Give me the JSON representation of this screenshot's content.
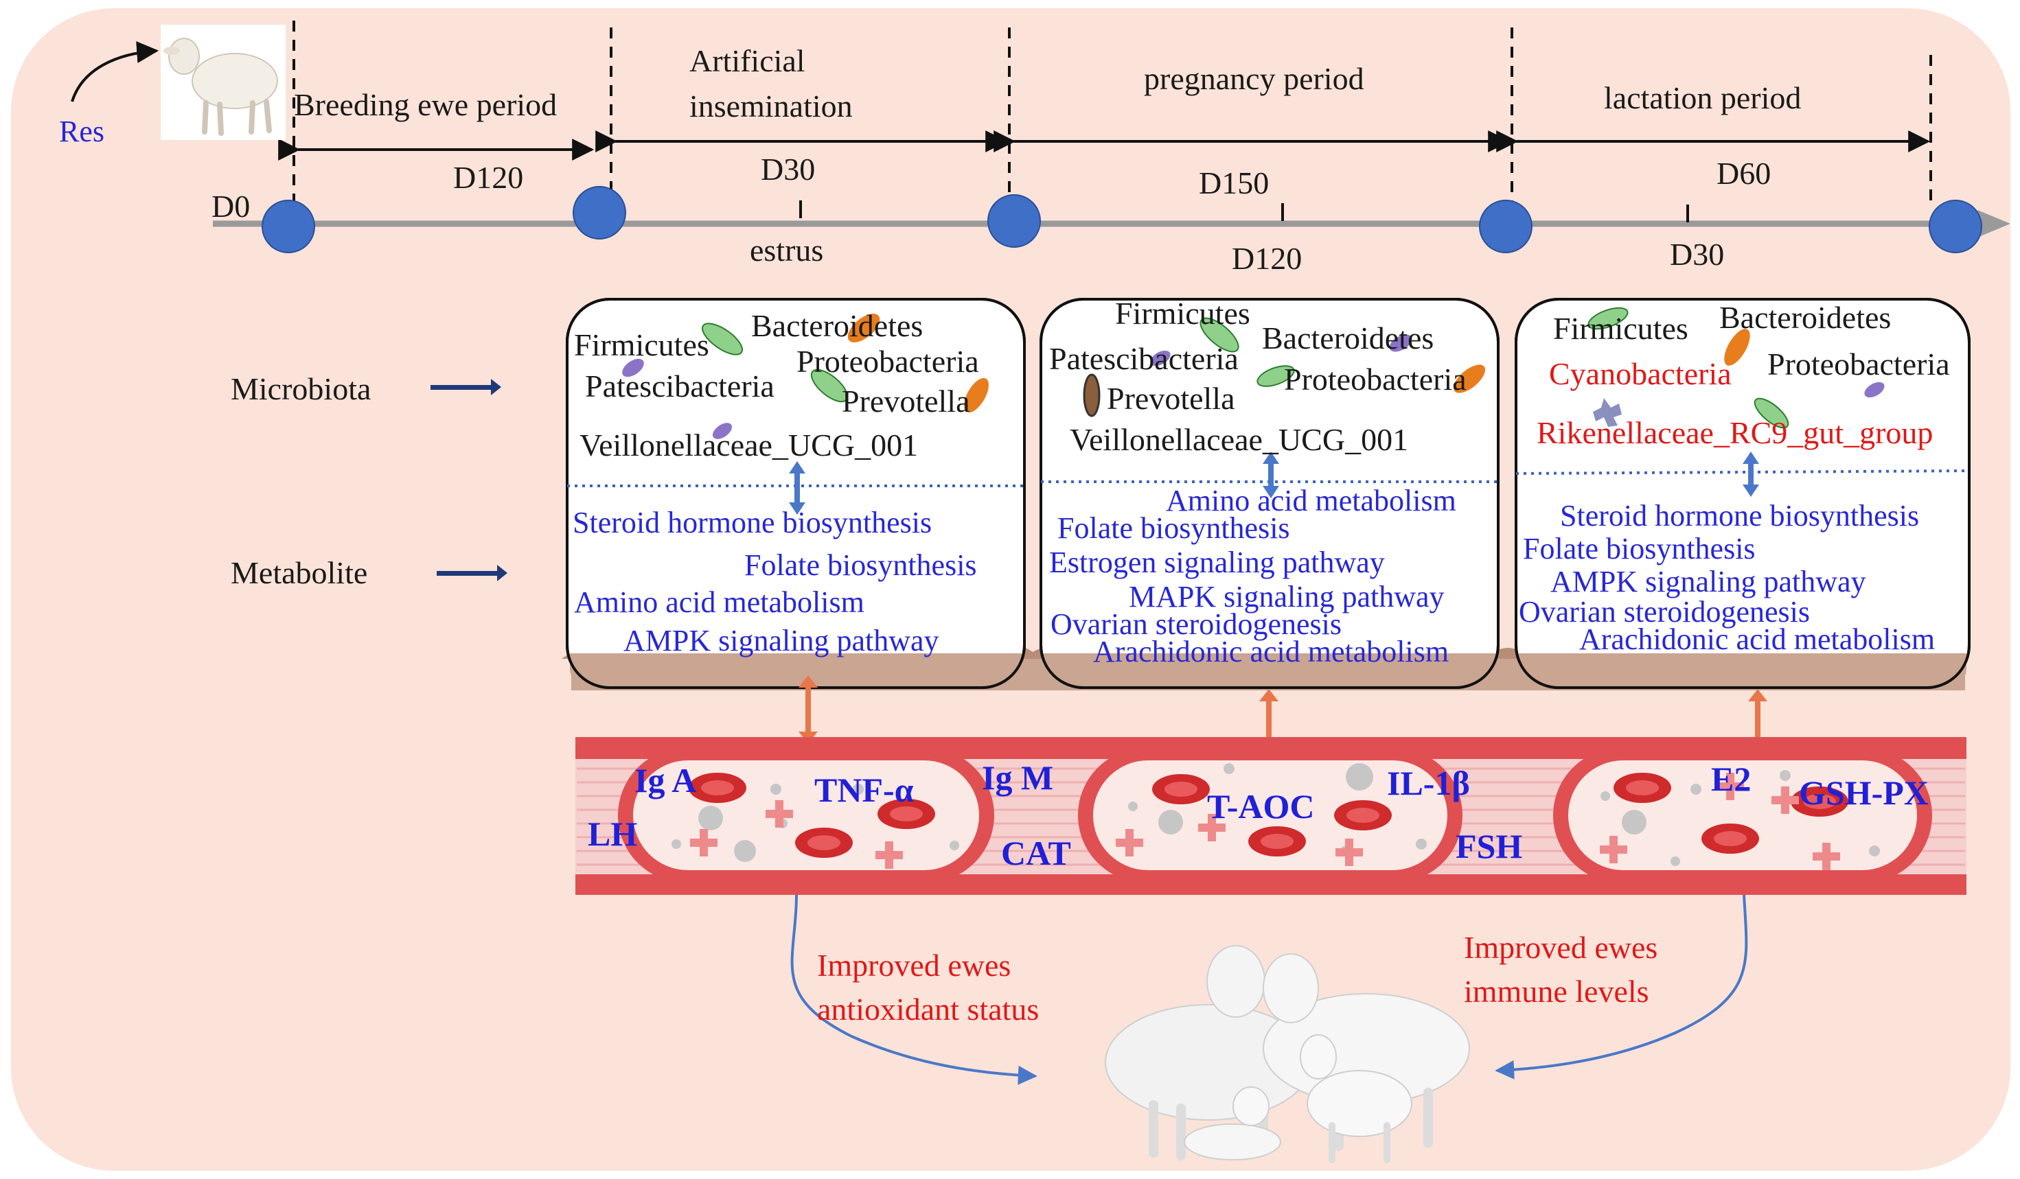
{
  "colors": {
    "background": "#fbe3d9",
    "timeline": "#9a9a9a",
    "timeline_dot": "#3f6fc7",
    "metabolite_text": "#2727d6",
    "highlight_text": "#e01818",
    "vessel": "#e05052",
    "vessel_inner": "#f6d0cf",
    "arrow_orange": "#e8764a",
    "arrow_blue": "#4a78c8"
  },
  "header": {
    "start_label": "Res",
    "d0": "D0",
    "periods": [
      {
        "name": "Breeding ewe period",
        "duration": "D120"
      },
      {
        "name_line1": "Artificial",
        "name_line2": "insemination",
        "duration": "D30",
        "marker": "estrus"
      },
      {
        "name": "pregnancy period",
        "duration": "D150",
        "marker": "D120"
      },
      {
        "name": "lactation period",
        "duration": "D60",
        "marker": "D30"
      }
    ]
  },
  "rows": {
    "microbiota": "Microbiota",
    "metabolite": "Metabolite"
  },
  "panels": [
    {
      "microbes": [
        "Firmicutes",
        "Bacteroidetes",
        "Proteobacteria",
        "Patescibacteria",
        "Prevotella",
        "Veillonellaceae_UCG_001"
      ],
      "metabolites": [
        "Steroid hormone biosynthesis",
        "Folate biosynthesis",
        "Amino acid metabolism",
        "AMPK signaling pathway"
      ]
    },
    {
      "microbes": [
        "Firmicutes",
        "Patescibacteria",
        "Bacteroidetes",
        "Prevotella",
        "Proteobacteria",
        "Veillonellaceae_UCG_001"
      ],
      "metabolites": [
        "Amino acid metabolism",
        "Folate biosynthesis",
        "Estrogen signaling pathway",
        "MAPK signaling pathway",
        "Ovarian steroidogenesis",
        "Arachidonic acid metabolism"
      ]
    },
    {
      "microbes": [
        "Firmicutes",
        "Bacteroidetes",
        "Cyanobacteria",
        "Proteobacteria",
        "Rikenellaceae_RC9_gut_group"
      ],
      "metabolites": [
        "Steroid hormone biosynthesis",
        "Folate biosynthesis",
        "AMPK signaling pathway",
        "Ovarian steroidogenesis",
        "Arachidonic acid metabolism"
      ]
    }
  ],
  "markers": [
    "Ig A",
    "TNF-α",
    "LH",
    "Ig M",
    "CAT",
    "T-AOC",
    "IL-1β",
    "FSH",
    "E2",
    "GSH-PX"
  ],
  "outcomes": {
    "left_line1": "Improved ewes",
    "left_line2": "antioxidant status",
    "right_line1": "Improved ewes",
    "right_line2": "immune levels"
  }
}
